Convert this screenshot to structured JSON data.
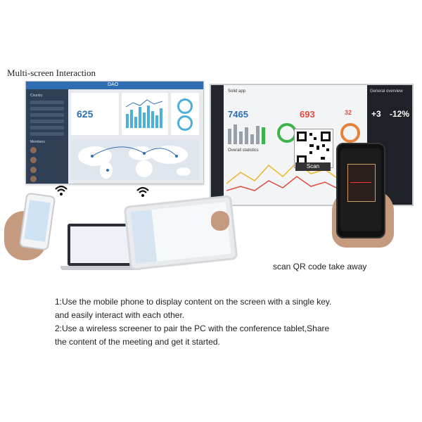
{
  "title": "Multi-screen Interaction",
  "left_screen": {
    "app": "DAO",
    "sidebar_heading_1": "Country",
    "sidebar_heading_2": "Members",
    "big_number": "625"
  },
  "right_screen": {
    "app": "Solid app",
    "right_panel": "General overview",
    "stat1": "7465",
    "stat2": "693",
    "stat3": "32",
    "pct1": "+3",
    "pct2": "-12%",
    "section": "Overall statistics"
  },
  "scan_label": "Scan",
  "caption": "scan QR code take away",
  "body_lines": [
    "1:Use the mobile phone to display content on the screen with a single key.",
    "and easily interact with each other.",
    "2:Use a wireless screener to pair the PC with the conference tablet,Share",
    "the content of the meeting and get it started."
  ]
}
